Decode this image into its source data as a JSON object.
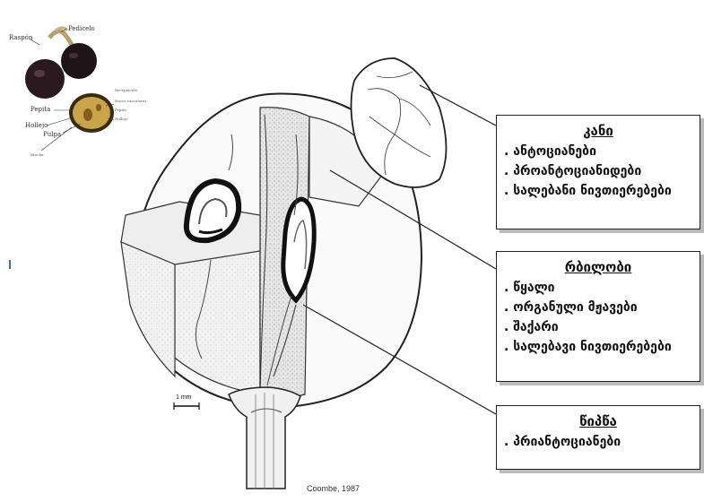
{
  "inset": {
    "labels": {
      "raspon": "Raspón",
      "pedicelo": "Pedicelo",
      "pepita": "Pepita",
      "hollejo": "Hollejo",
      "pulpa": "Pulpa"
    },
    "tiny_labels": [
      "Brocha",
      "Receptáculo",
      "Haces vasculares",
      "Pepita",
      "Hollejo"
    ]
  },
  "credit": "Coombe, 1987",
  "scale_bar": "1 mm",
  "boxes": {
    "skin": {
      "title": "კანი",
      "items": [
        ". ანტოციანები",
        ". პროანტოციანიდები",
        ". სალებანი ნივთიერებები"
      ]
    },
    "pulp": {
      "title": "რბილობი",
      "items": [
        ". წყალი",
        ". ორგანული მჟავები",
        ". შაქარი",
        ". სალებავი ნივთიერებები"
      ]
    },
    "seed": {
      "title": "წიპწა",
      "items": [
        ". პრიანტოციანები"
      ]
    }
  },
  "colors": {
    "berry_dark": "#2a1a20",
    "berry_cut": "#c9a44a",
    "berry_flesh": "#8a5a20",
    "outline": "#222222",
    "box_shadow": "#bbbbbb"
  }
}
